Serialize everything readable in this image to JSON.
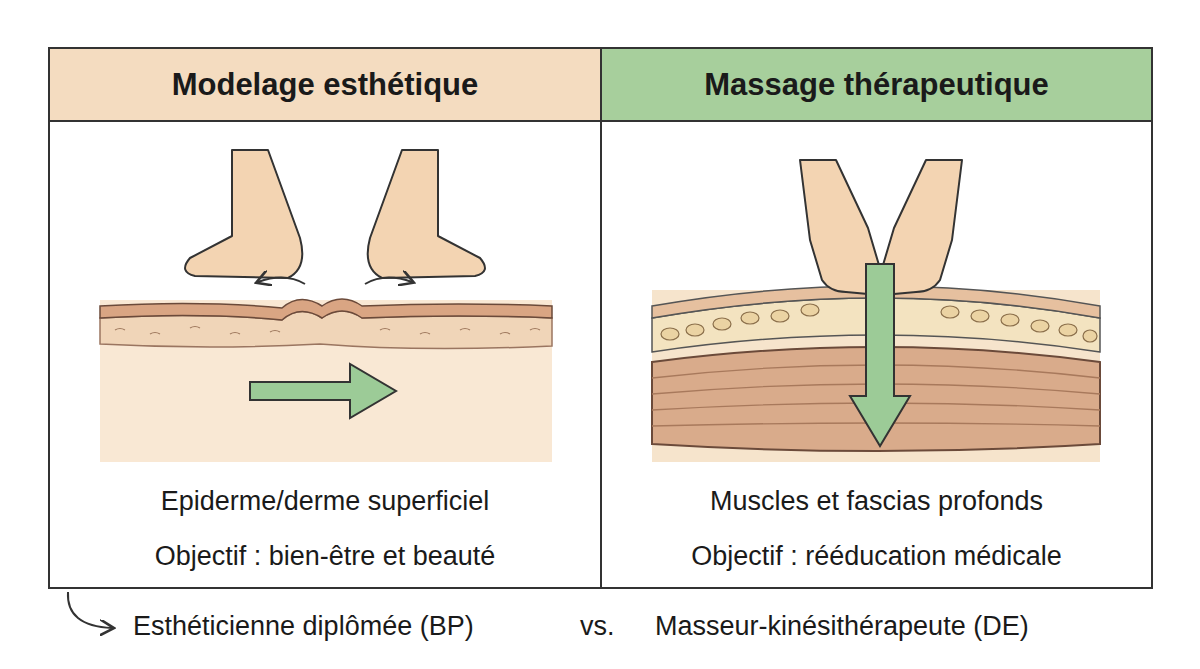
{
  "diagram": {
    "nodes": [
      {
        "text": [
          "Modelage esthétique",
          "Epiderme/derme superficiel",
          "Objectif : bien-être et beauté"
        ]
      },
      {
        "text": [
          "Massage thérapeutique",
          "Muscles et fascias profonds",
          "Objectif : rééducation médicale"
        ]
      }
    ],
    "labels": [
      "Esthéticienne diplômée (BP)",
      "vs.",
      "Masseur-kinésithérapeute (DE)"
    ]
  }
}
